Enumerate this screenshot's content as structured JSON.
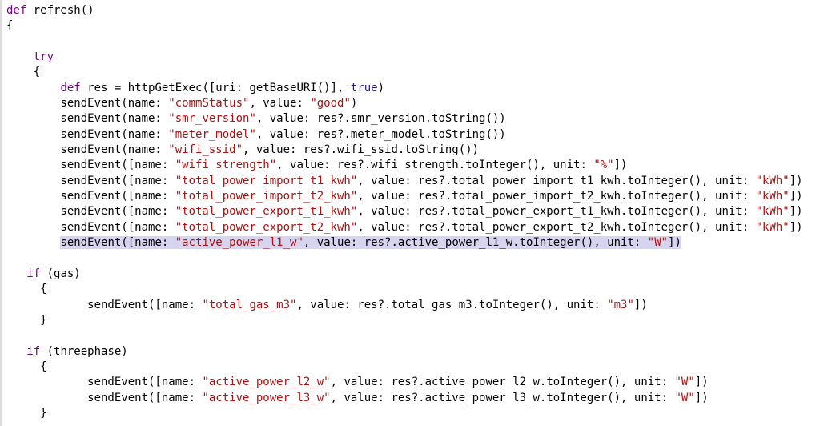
{
  "editor": {
    "language": "groovy",
    "background": "#ffffff",
    "left_border_color": "#dcdcdc",
    "selection_color": "#d7d4f0",
    "token_colors": {
      "k": "#770088",
      "s": "#aa1111",
      "a": "#221199",
      "p": "#000000"
    },
    "selected_line_index": 15,
    "lines": [
      {
        "parts": [
          {
            "t": "def",
            "c": "k"
          },
          {
            "t": " refresh()",
            "c": "p"
          }
        ]
      },
      {
        "parts": [
          {
            "t": "{",
            "c": "p"
          }
        ]
      },
      {
        "parts": []
      },
      {
        "parts": [
          {
            "t": "    ",
            "c": "p"
          },
          {
            "t": "try",
            "c": "k"
          }
        ]
      },
      {
        "parts": [
          {
            "t": "    {",
            "c": "p"
          }
        ]
      },
      {
        "parts": [
          {
            "t": "        ",
            "c": "p"
          },
          {
            "t": "def",
            "c": "k"
          },
          {
            "t": " res = httpGetExec([uri: getBaseURI()], ",
            "c": "p"
          },
          {
            "t": "true",
            "c": "a"
          },
          {
            "t": ")",
            "c": "p"
          }
        ]
      },
      {
        "parts": [
          {
            "t": "        sendEvent(name: ",
            "c": "p"
          },
          {
            "t": "\"commStatus\"",
            "c": "s"
          },
          {
            "t": ", value: ",
            "c": "p"
          },
          {
            "t": "\"good\"",
            "c": "s"
          },
          {
            "t": ")",
            "c": "p"
          }
        ]
      },
      {
        "parts": [
          {
            "t": "        sendEvent(name: ",
            "c": "p"
          },
          {
            "t": "\"smr_version\"",
            "c": "s"
          },
          {
            "t": ", value: res?.smr_version.toString())",
            "c": "p"
          }
        ]
      },
      {
        "parts": [
          {
            "t": "        sendEvent(name: ",
            "c": "p"
          },
          {
            "t": "\"meter_model\"",
            "c": "s"
          },
          {
            "t": ", value: res?.meter_model.toString())",
            "c": "p"
          }
        ]
      },
      {
        "parts": [
          {
            "t": "        sendEvent(name: ",
            "c": "p"
          },
          {
            "t": "\"wifi_ssid\"",
            "c": "s"
          },
          {
            "t": ", value: res?.wifi_ssid.toString())",
            "c": "p"
          }
        ]
      },
      {
        "parts": [
          {
            "t": "        sendEvent([name: ",
            "c": "p"
          },
          {
            "t": "\"wifi_strength\"",
            "c": "s"
          },
          {
            "t": ", value: res?.wifi_strength.toInteger(), unit: ",
            "c": "p"
          },
          {
            "t": "\"%\"",
            "c": "s"
          },
          {
            "t": "])",
            "c": "p"
          }
        ]
      },
      {
        "parts": [
          {
            "t": "        sendEvent([name: ",
            "c": "p"
          },
          {
            "t": "\"total_power_import_t1_kwh\"",
            "c": "s"
          },
          {
            "t": ", value: res?.total_power_import_t1_kwh.toInteger(), unit: ",
            "c": "p"
          },
          {
            "t": "\"kWh\"",
            "c": "s"
          },
          {
            "t": "])",
            "c": "p"
          }
        ]
      },
      {
        "parts": [
          {
            "t": "        sendEvent([name: ",
            "c": "p"
          },
          {
            "t": "\"total_power_import_t2_kwh\"",
            "c": "s"
          },
          {
            "t": ", value: res?.total_power_import_t2_kwh.toInteger(), unit: ",
            "c": "p"
          },
          {
            "t": "\"kWh\"",
            "c": "s"
          },
          {
            "t": "])",
            "c": "p"
          }
        ]
      },
      {
        "parts": [
          {
            "t": "        sendEvent([name: ",
            "c": "p"
          },
          {
            "t": "\"total_power_export_t1_kwh\"",
            "c": "s"
          },
          {
            "t": ", value: res?.total_power_export_t1_kwh.toInteger(), unit: ",
            "c": "p"
          },
          {
            "t": "\"kWh\"",
            "c": "s"
          },
          {
            "t": "])",
            "c": "p"
          }
        ]
      },
      {
        "parts": [
          {
            "t": "        sendEvent([name: ",
            "c": "p"
          },
          {
            "t": "\"total_power_export_t2_kwh\"",
            "c": "s"
          },
          {
            "t": ", value: res?.total_power_export_t2_kwh.toInteger(), unit: ",
            "c": "p"
          },
          {
            "t": "\"kWh\"",
            "c": "s"
          },
          {
            "t": "])",
            "c": "p"
          }
        ]
      },
      {
        "selected": true,
        "indent": "        ",
        "parts": [
          {
            "t": "sendEvent([name: ",
            "c": "p"
          },
          {
            "t": "\"active_power_l1_w\"",
            "c": "s"
          },
          {
            "t": ", value: res?.active_power_l1_w.toInteger(), unit: ",
            "c": "p"
          },
          {
            "t": "\"W\"",
            "c": "s"
          },
          {
            "t": "])",
            "c": "p"
          }
        ]
      },
      {
        "parts": []
      },
      {
        "parts": [
          {
            "t": "   ",
            "c": "p"
          },
          {
            "t": "if",
            "c": "k"
          },
          {
            "t": " (gas)",
            "c": "p"
          }
        ]
      },
      {
        "parts": [
          {
            "t": "     {",
            "c": "p"
          }
        ]
      },
      {
        "parts": [
          {
            "t": "            sendEvent([name: ",
            "c": "p"
          },
          {
            "t": "\"total_gas_m3\"",
            "c": "s"
          },
          {
            "t": ", value: res?.total_gas_m3.toInteger(), unit: ",
            "c": "p"
          },
          {
            "t": "\"m3\"",
            "c": "s"
          },
          {
            "t": "])",
            "c": "p"
          }
        ]
      },
      {
        "parts": [
          {
            "t": "     }",
            "c": "p"
          }
        ]
      },
      {
        "parts": []
      },
      {
        "parts": [
          {
            "t": "   ",
            "c": "p"
          },
          {
            "t": "if",
            "c": "k"
          },
          {
            "t": " (threephase)",
            "c": "p"
          }
        ]
      },
      {
        "parts": [
          {
            "t": "     {",
            "c": "p"
          }
        ]
      },
      {
        "parts": [
          {
            "t": "            sendEvent([name: ",
            "c": "p"
          },
          {
            "t": "\"active_power_l2_w\"",
            "c": "s"
          },
          {
            "t": ", value: res?.active_power_l2_w.toInteger(), unit: ",
            "c": "p"
          },
          {
            "t": "\"W\"",
            "c": "s"
          },
          {
            "t": "])",
            "c": "p"
          }
        ]
      },
      {
        "parts": [
          {
            "t": "            sendEvent([name: ",
            "c": "p"
          },
          {
            "t": "\"active_power_l3_w\"",
            "c": "s"
          },
          {
            "t": ", value: res?.active_power_l3_w.toInteger(), unit: ",
            "c": "p"
          },
          {
            "t": "\"W\"",
            "c": "s"
          },
          {
            "t": "])",
            "c": "p"
          }
        ]
      },
      {
        "parts": [
          {
            "t": "     }",
            "c": "p"
          }
        ]
      }
    ]
  }
}
